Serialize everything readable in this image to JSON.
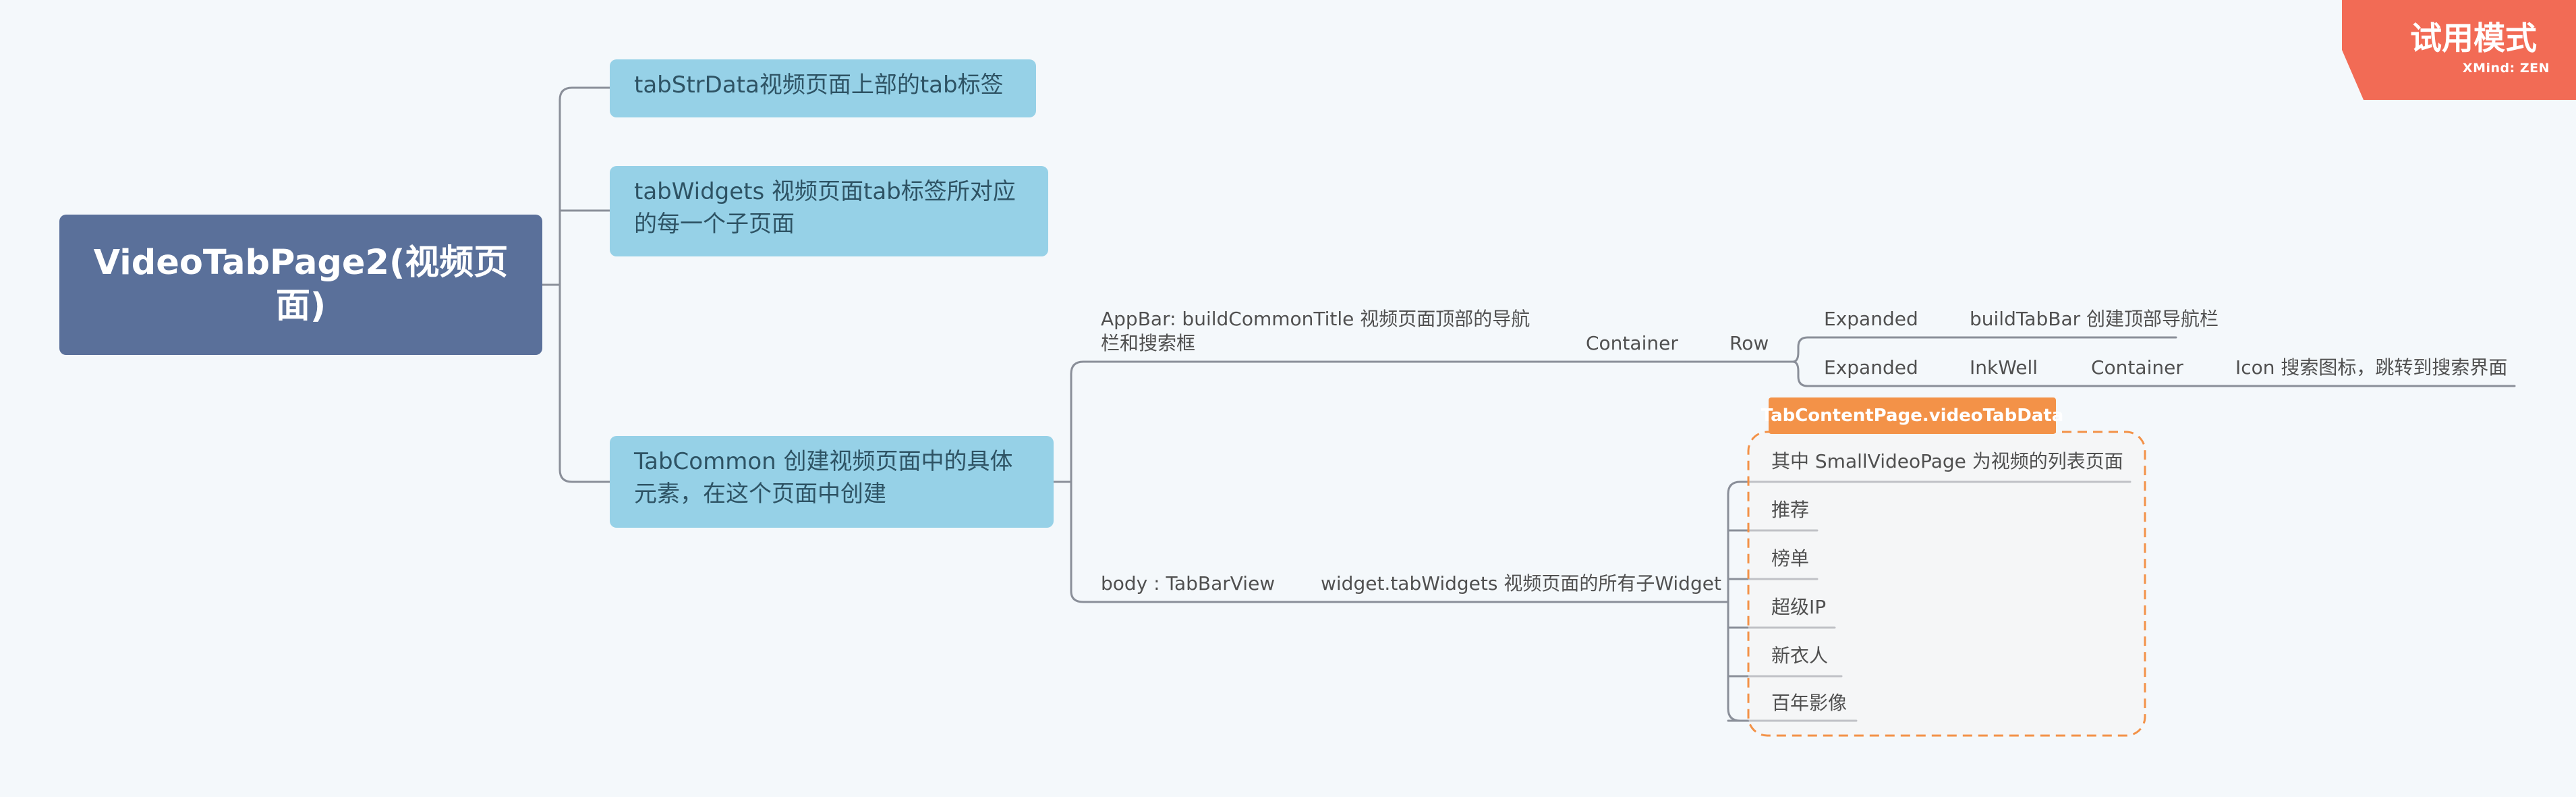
{
  "root": {
    "label": "VideoTabPage2(视频页面)"
  },
  "topics": {
    "tab_str_data": "tabStrData视频页面上部的tab标签",
    "tab_widgets": "tabWidgets 视频页面tab标签所对应的每一个子页面",
    "tab_common": "TabCommon 创建视频页面中的具体元素，在这个页面中创建"
  },
  "appbar": {
    "label": "AppBar: buildCommonTitle 视频页面顶部的导航栏和搜索框",
    "container": "Container",
    "row": "Row",
    "expanded_1": "Expanded",
    "build_tab_bar": "buildTabBar 创建顶部导航栏",
    "expanded_2": "Expanded",
    "inkwell": "InkWell",
    "container_2": "Container",
    "icon": "Icon 搜索图标，跳转到搜索界面"
  },
  "body": {
    "label": "body : TabBarView",
    "widgets": "widget.tabWidgets 视频页面的所有子Widget"
  },
  "boundary": {
    "label": "TabContentPage.videoTabData",
    "items": [
      "其中  SmallVideoPage  为视频的列表页面",
      "推荐",
      "榜单",
      "超级IP",
      "新衣人",
      "百年影像"
    ]
  },
  "trial_badge": {
    "title": "试用模式",
    "brand": "XMind: ZEN"
  },
  "colors": {
    "background": "#f4f8fb",
    "root": "#5a709a",
    "subtopic": "#96d1e7",
    "connector": "#8a8f99",
    "boundary": "#f39248",
    "badge": "#f26b55"
  }
}
